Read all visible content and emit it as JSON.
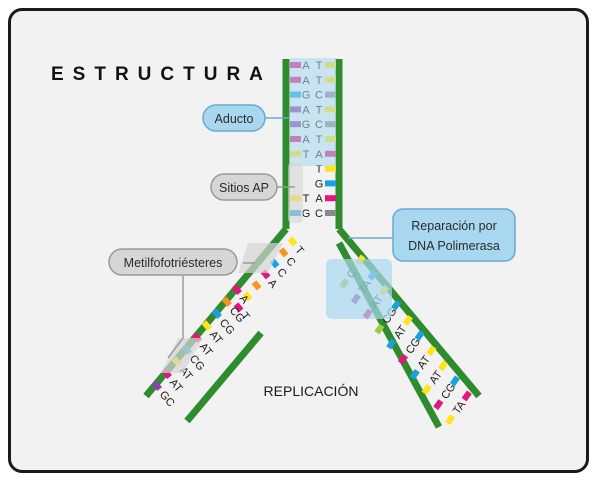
{
  "title": "ESTRUCTURA",
  "caption": "REPLICACIÓN",
  "labels": {
    "aducto": "Aducto",
    "sitios_ap": "Sitios AP",
    "metil": "Metilfofotriésteres",
    "reparacion_line1": "Reparación por",
    "reparacion_line2": "DNA Polimerasa"
  },
  "colors": {
    "strand": "#2e8b2e",
    "callout_blue": "#a8d8ef",
    "callout_blue_border": "#6aa9cf",
    "callout_gray": "#d6d6d6",
    "callout_gray_border": "#9a9a9a",
    "A": "#e2177d",
    "T": "#ffe41a",
    "G": "#1aa0e0",
    "C": "#8a8a8a",
    "orange": "#f7931e",
    "purple": "#8e3fb0",
    "lightgreen": "#9ccc3c"
  },
  "trunk_pairs": [
    {
      "left": "A",
      "right": "T",
      "lc": "A",
      "rc": "T"
    },
    {
      "left": "A",
      "right": "T",
      "lc": "A",
      "rc": "T"
    },
    {
      "left": "G",
      "right": "C",
      "lc": "G",
      "rc": "C"
    },
    {
      "left": "A",
      "right": "T",
      "lc": "purple",
      "rc": "T"
    },
    {
      "left": "G",
      "right": "C",
      "lc": "purple",
      "rc": "C"
    },
    {
      "left": "A",
      "right": "T",
      "lc": "A",
      "rc": "T"
    },
    {
      "left": "T",
      "right": "A",
      "lc": "T",
      "rc": "A"
    },
    {
      "left": "",
      "right": "T",
      "lc": "",
      "rc": "T"
    },
    {
      "left": "",
      "right": "G",
      "lc": "",
      "rc": "G"
    },
    {
      "left": "T",
      "right": "A",
      "lc": "T",
      "rc": "A"
    },
    {
      "left": "G",
      "right": "C",
      "lc": "G",
      "rc": "C"
    }
  ],
  "left_inner": [
    "T",
    "C",
    "C",
    "A",
    "",
    "",
    "T"
  ],
  "left_pairs": [
    "A",
    "CG",
    "CG",
    "AT",
    "AT",
    "CG",
    "AT",
    "AT",
    "GC"
  ],
  "right_pairs": [
    "C",
    "TA",
    "AT",
    "CG",
    "AT",
    "CG",
    "AT",
    "AT",
    "CG",
    "TA"
  ]
}
